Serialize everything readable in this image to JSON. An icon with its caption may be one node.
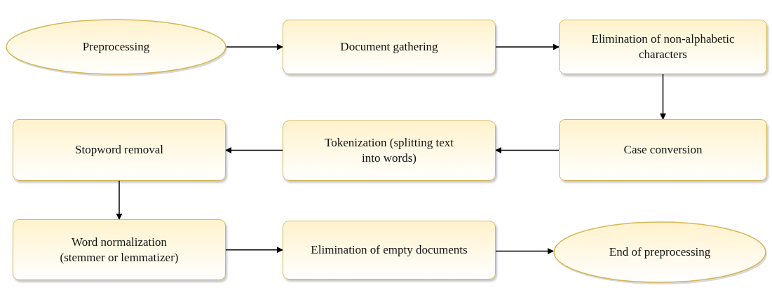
{
  "diagram": {
    "nodes": [
      {
        "text": [
          "Preprocessing"
        ]
      },
      {
        "text": [
          "Document gathering"
        ]
      },
      {
        "text": [
          "Elimination of non-alphabetic characters"
        ]
      },
      {
        "text": [
          "Case conversion"
        ]
      },
      {
        "text": [
          "Tokenization (splitting text into words)"
        ]
      },
      {
        "text": [
          "Stopword removal"
        ]
      },
      {
        "text": [
          "Word normalization (stemmer or lemmatizer)"
        ]
      },
      {
        "text": [
          "Elimination of empty documents"
        ]
      },
      {
        "text": [
          "End of preprocessing"
        ]
      }
    ],
    "edges": [
      {
        "from": 0,
        "to": 1,
        "arrow": "to"
      },
      {
        "from": 1,
        "to": 2,
        "arrow": "to"
      },
      {
        "from": 2,
        "to": 3,
        "arrow": "to"
      },
      {
        "from": 3,
        "to": 4,
        "arrow": "to"
      },
      {
        "from": 4,
        "to": 5,
        "arrow": "to"
      },
      {
        "from": 5,
        "to": 6,
        "arrow": "to"
      },
      {
        "from": 6,
        "to": 7,
        "arrow": "to"
      },
      {
        "from": 7,
        "to": 8,
        "arrow": "to"
      }
    ]
  }
}
